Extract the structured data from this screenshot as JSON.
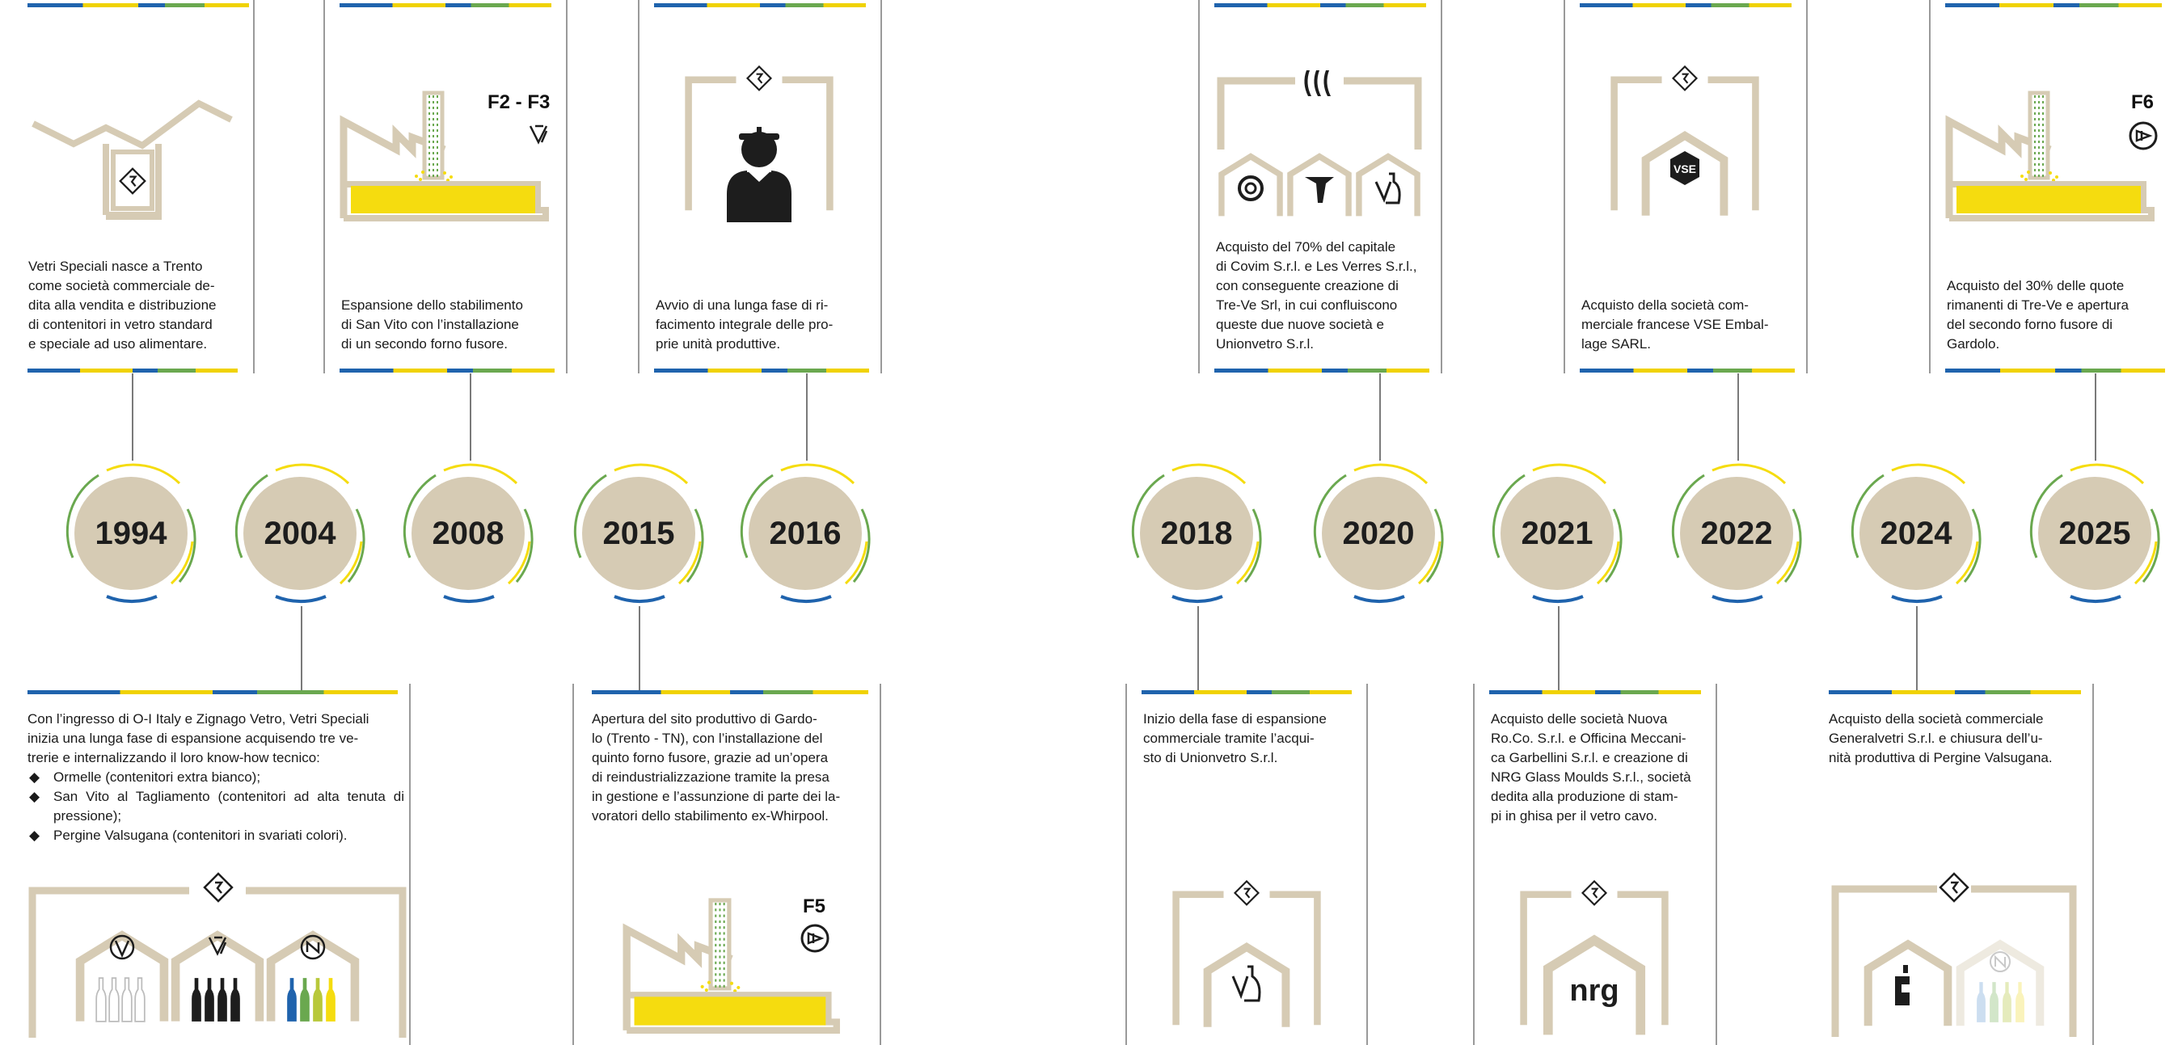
{
  "colors": {
    "beige": "#d6cbb4",
    "yellow": "#f5dc0f",
    "blue": "#1f63ad",
    "green": "#6aa84f",
    "dark": "#1d1d1d"
  },
  "years": [
    "1994",
    "2004",
    "2008",
    "2015",
    "2016",
    "2018",
    "2020",
    "2021",
    "2022",
    "2024",
    "2025"
  ],
  "events": {
    "e1994": {
      "lines": [
        "Vetri Speciali nasce a Trento",
        "come società commerciale de-",
        "dita alla vendita e distribuzione",
        "di contenitori in vetro standard",
        "e speciale ad uso alimentare."
      ]
    },
    "e2004": {
      "lines": [
        "Con l’ingresso di O-I Italy e Zignago Vetro, Vetri Speciali",
        "inizia una lunga fase di espansione acquisendo tre ve-",
        "trerie e internalizzando il loro know-how tecnico:"
      ],
      "bullets": [
        "Ormelle (contenitori extra bianco);",
        "San Vito al Tagliamento (contenitori ad alta tenuta di pressione);",
        "Pergine Valsugana (contenitori in svariati colori)."
      ]
    },
    "e2008": {
      "lines": [
        "Espansione dello stabilimento",
        "di San Vito con l’installazione",
        "di un secondo forno fusore."
      ],
      "tag": "F2 - F3"
    },
    "e2015": {
      "lines": [
        "Apertura del sito produttivo di Gardo-",
        "lo (Trento - TN), con l’installazione del",
        "quinto forno fusore, grazie ad un’opera",
        "di reindustrializzazione tramite la presa",
        "in gestione e l’assunzione di parte dei la-",
        "voratori dello stabilimento ex-Whirpool."
      ],
      "tag": "F5"
    },
    "e2016": {
      "lines": [
        "Avvio di una lunga fase di ri-",
        "facimento integrale delle pro-",
        "prie unità produttive."
      ]
    },
    "e2018": {
      "lines": [
        "Inizio della fase di espansione",
        "commerciale tramite l’acqui-",
        "sto di Unionvetro S.r.l."
      ]
    },
    "e2020": {
      "lines": [
        "Acquisto del 70% del capitale",
        "di Covim S.r.l. e Les Verres S.r.l.,",
        "con conseguente creazione di",
        "Tre-Ve Srl, in cui confluiscono",
        "queste due nuove società e",
        "Unionvetro S.r.l."
      ]
    },
    "e2021": {
      "lines": [
        "Acquisto delle società Nuova",
        "Ro.Co. S.r.l. e Officina Meccani-",
        "ca Garbellini S.r.l. e creazione di",
        "NRG Glass Moulds S.r.l., società",
        "dedita alla produzione di stam-",
        "pi in ghisa per il vetro cavo."
      ],
      "logo": "nrg"
    },
    "e2022": {
      "lines": [
        "Acquisto della società com-",
        "merciale francese VSE Embal-",
        "lage SARL."
      ],
      "logo": "VSE"
    },
    "e2024": {
      "lines": [
        "Acquisto della società commerciale",
        "Generalvetri S.r.l. e chiusura dell’u-",
        "nità produttiva di Pergine Valsugana."
      ]
    },
    "e2025": {
      "lines": [
        "Acquisto del 30% delle quote",
        "rimanenti di Tre-Ve e apertura",
        "del secondo forno fusore di",
        "Gardolo."
      ],
      "tag": "F6"
    }
  }
}
